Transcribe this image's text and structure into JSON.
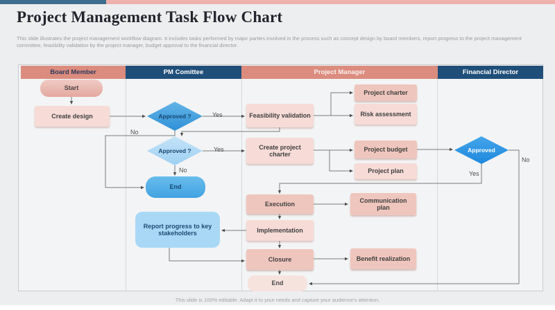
{
  "slide": {
    "title": "Project Management Task Flow Chart",
    "description": "This slide illustrates the project management workflow diagram. It includes tasks performed by major parties involved in the process such as concept design by board members, report progress to the project management committee, feasibility validation by the project manager, budget approval to the financial director.",
    "footer": "This slide is 100% editable. Adapt it to your needs and capture your audience's attention."
  },
  "lanes": [
    {
      "label": "Board Member"
    },
    {
      "label": "PM Comittee"
    },
    {
      "label": "Project Manager"
    },
    {
      "label": "Financial Director"
    }
  ],
  "nodes": {
    "start": {
      "label": "Start"
    },
    "create_design": {
      "label": "Create design"
    },
    "approved1": {
      "label": "Approved ?"
    },
    "feasibility": {
      "label": "Feasibility validation"
    },
    "project_charter": {
      "label": "Project charter"
    },
    "risk_assessment": {
      "label": "Risk assessment"
    },
    "approved2": {
      "label": "Approved ?"
    },
    "create_project_charter": {
      "label": "Create project charter"
    },
    "project_budget": {
      "label": "Project budget"
    },
    "project_plan": {
      "label": "Project plan"
    },
    "approved3": {
      "label": "Approved"
    },
    "end_pm": {
      "label": "End"
    },
    "execution": {
      "label": "Execution"
    },
    "communication_plan": {
      "label": "Communication plan"
    },
    "report_progress": {
      "label": "Report progress to key stakeholders"
    },
    "implementation": {
      "label": "Implementation"
    },
    "closure": {
      "label": "Closure"
    },
    "benefit_realization": {
      "label": "Benefit realization"
    },
    "end_final": {
      "label": "End"
    }
  },
  "edge_labels": {
    "d1_yes": "Yes",
    "d1_no": "No",
    "d2_yes": "Yes",
    "d2_no": "No",
    "d3_yes": "Yes",
    "d3_no": "No"
  },
  "colors": {
    "top_bar_blue": "#3E6E8E",
    "top_bar_pink": "#EFB1AE",
    "header_salmon": "#DB8C7E",
    "header_navy": "#1F4E79",
    "diamond_blue": "#3FA0DD",
    "diamond_light_blue": "#ABD7F4",
    "diamond_bright_blue": "#2893E4",
    "end_capsule_blue": "#53B1E8",
    "report_box_blue": "#A9D8F6",
    "box_pink_light": "#F6DBD7",
    "box_pink_mid": "#EFC6BE",
    "connector_gray": "#7A7A7A"
  }
}
